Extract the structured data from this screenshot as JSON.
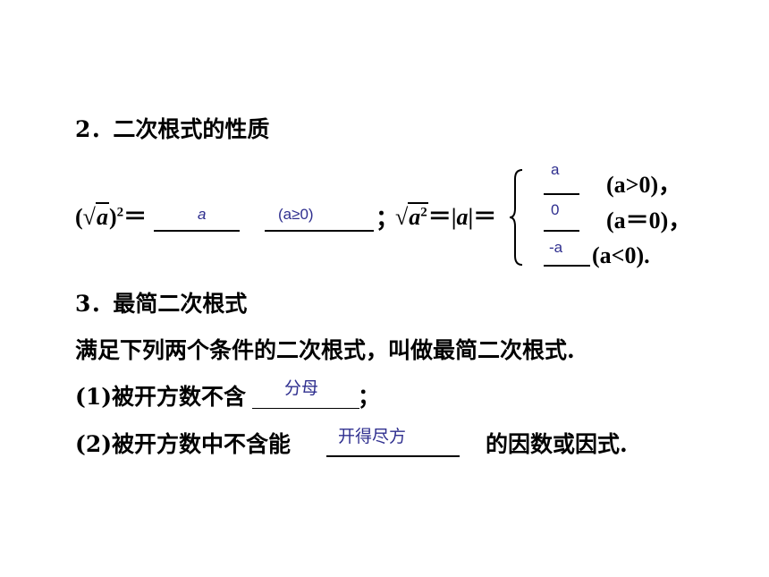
{
  "section2": {
    "title": "2．二次根式的性质",
    "formula1_lhs": "(",
    "formula1_var": "a",
    "formula1_close": ")",
    "formula1_exp": "2",
    "formula1_eq": "＝",
    "answer_a": "a",
    "answer_condition": "(a≥0)",
    "separator": "；",
    "formula2_var": "a",
    "formula2_exp": "2",
    "formula2_eq": "＝|",
    "formula2_abs_var": "a",
    "formula2_abs_close": "|＝",
    "cases": [
      {
        "answer": "a",
        "condition": "(a>0)，"
      },
      {
        "answer": "0",
        "condition": "(a＝0)，"
      },
      {
        "answer": "-a",
        "condition": "(a<0)."
      }
    ]
  },
  "section3": {
    "title": "3．最简二次根式",
    "intro": "满足下列两个条件的二次根式，叫做最简二次根式.",
    "condition1_prefix": "(1)被开方数不含",
    "condition1_answer": "分母",
    "condition1_suffix": "；",
    "condition2_prefix": "(2)被开方数中不含能",
    "condition2_answer": "开得尽方",
    "condition2_suffix": "的因数或因式."
  }
}
